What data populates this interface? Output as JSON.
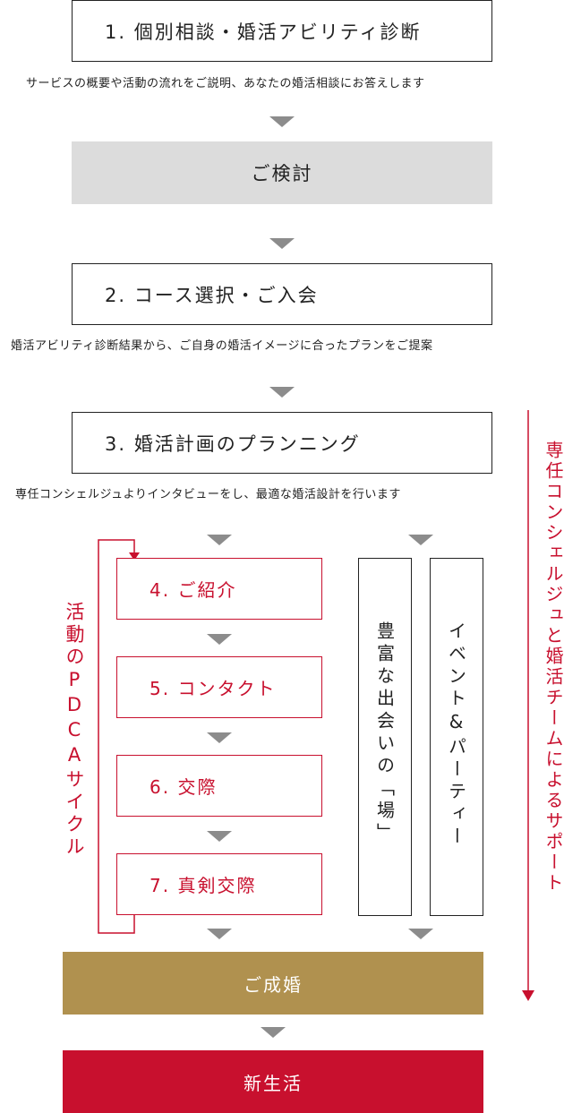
{
  "steps": {
    "step1": {
      "label": "1. 個別相談・婚活アビリティ診断",
      "caption": "サービスの概要や活動の流れをご説明、あなたの婚活相談にお答えします"
    },
    "consider": {
      "label": "ご検討"
    },
    "step2": {
      "label": "2. コース選択・ご入会",
      "caption": "婚活アビリティ診断結果から、ご自身の婚活イメージに合ったプランをご提案"
    },
    "step3": {
      "label": "3. 婚活計画のプランニング",
      "caption": "専任コンシェルジュよりインタビューをし、最適な婚活設計を行います"
    }
  },
  "pdca": {
    "label": "活動のPDCAサイクル",
    "items": [
      {
        "label": "4. ご紹介"
      },
      {
        "label": "5. コンタクト"
      },
      {
        "label": "6. 交際"
      },
      {
        "label": "7. 真剣交際"
      }
    ]
  },
  "opportunities": {
    "place": "豊富な出会いの「場」",
    "events": "イベント&パーティー"
  },
  "support_label": "専任コンシェルジュと婚活チームによるサポート",
  "marriage": {
    "label": "ご成婚"
  },
  "new_life": {
    "label": "新生活"
  },
  "colors": {
    "accent_red": "#c8102e",
    "gold": "#b0914f",
    "gray_box": "#dcdcdc",
    "arrow_gray": "#8c8c8c"
  }
}
